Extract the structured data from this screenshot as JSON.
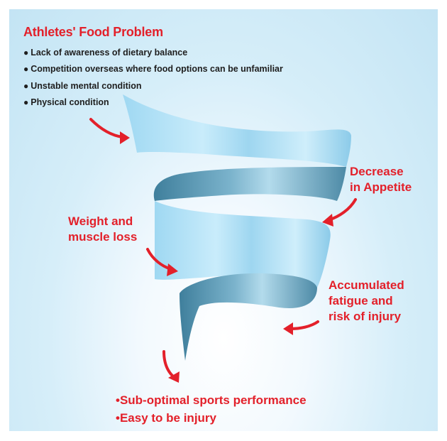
{
  "title": "Athletes' Food Problem",
  "problems": [
    "Lack of awareness of dietary balance",
    "Competition overseas where food options can be unfamiliar",
    "Unstable mental condition",
    "Physical condition"
  ],
  "stages": {
    "appetite": "Decrease\nin Appetite",
    "weight": "Weight and\nmuscle loss",
    "fatigue": "Accumulated\nfatigue and\nrisk of injury"
  },
  "results": [
    "Sub-optimal sports performance",
    "Easy to be injury"
  ],
  "bullet_dark": "●",
  "bullet_red": "•",
  "colors": {
    "accent_red": "#e3202a",
    "ribbon_light": "#aee0f6",
    "ribbon_dark": "#4f90ab"
  }
}
